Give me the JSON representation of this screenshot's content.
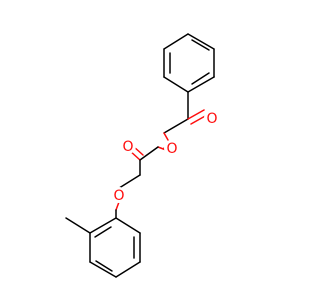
{
  "molecule": {
    "atoms": {
      "o_ketone": {
        "symbol": "O",
        "color": "#ff0d0d"
      },
      "o_ester": {
        "symbol": "O",
        "color": "#ff0d0d"
      },
      "o_carbonyl": {
        "symbol": "O",
        "color": "#ff0d0d"
      },
      "o_ether": {
        "symbol": "O",
        "color": "#ff0d0d"
      }
    }
  },
  "colors": {
    "bond": "#000000",
    "oxygen": "#ff0d0d",
    "background": "#ffffff"
  }
}
